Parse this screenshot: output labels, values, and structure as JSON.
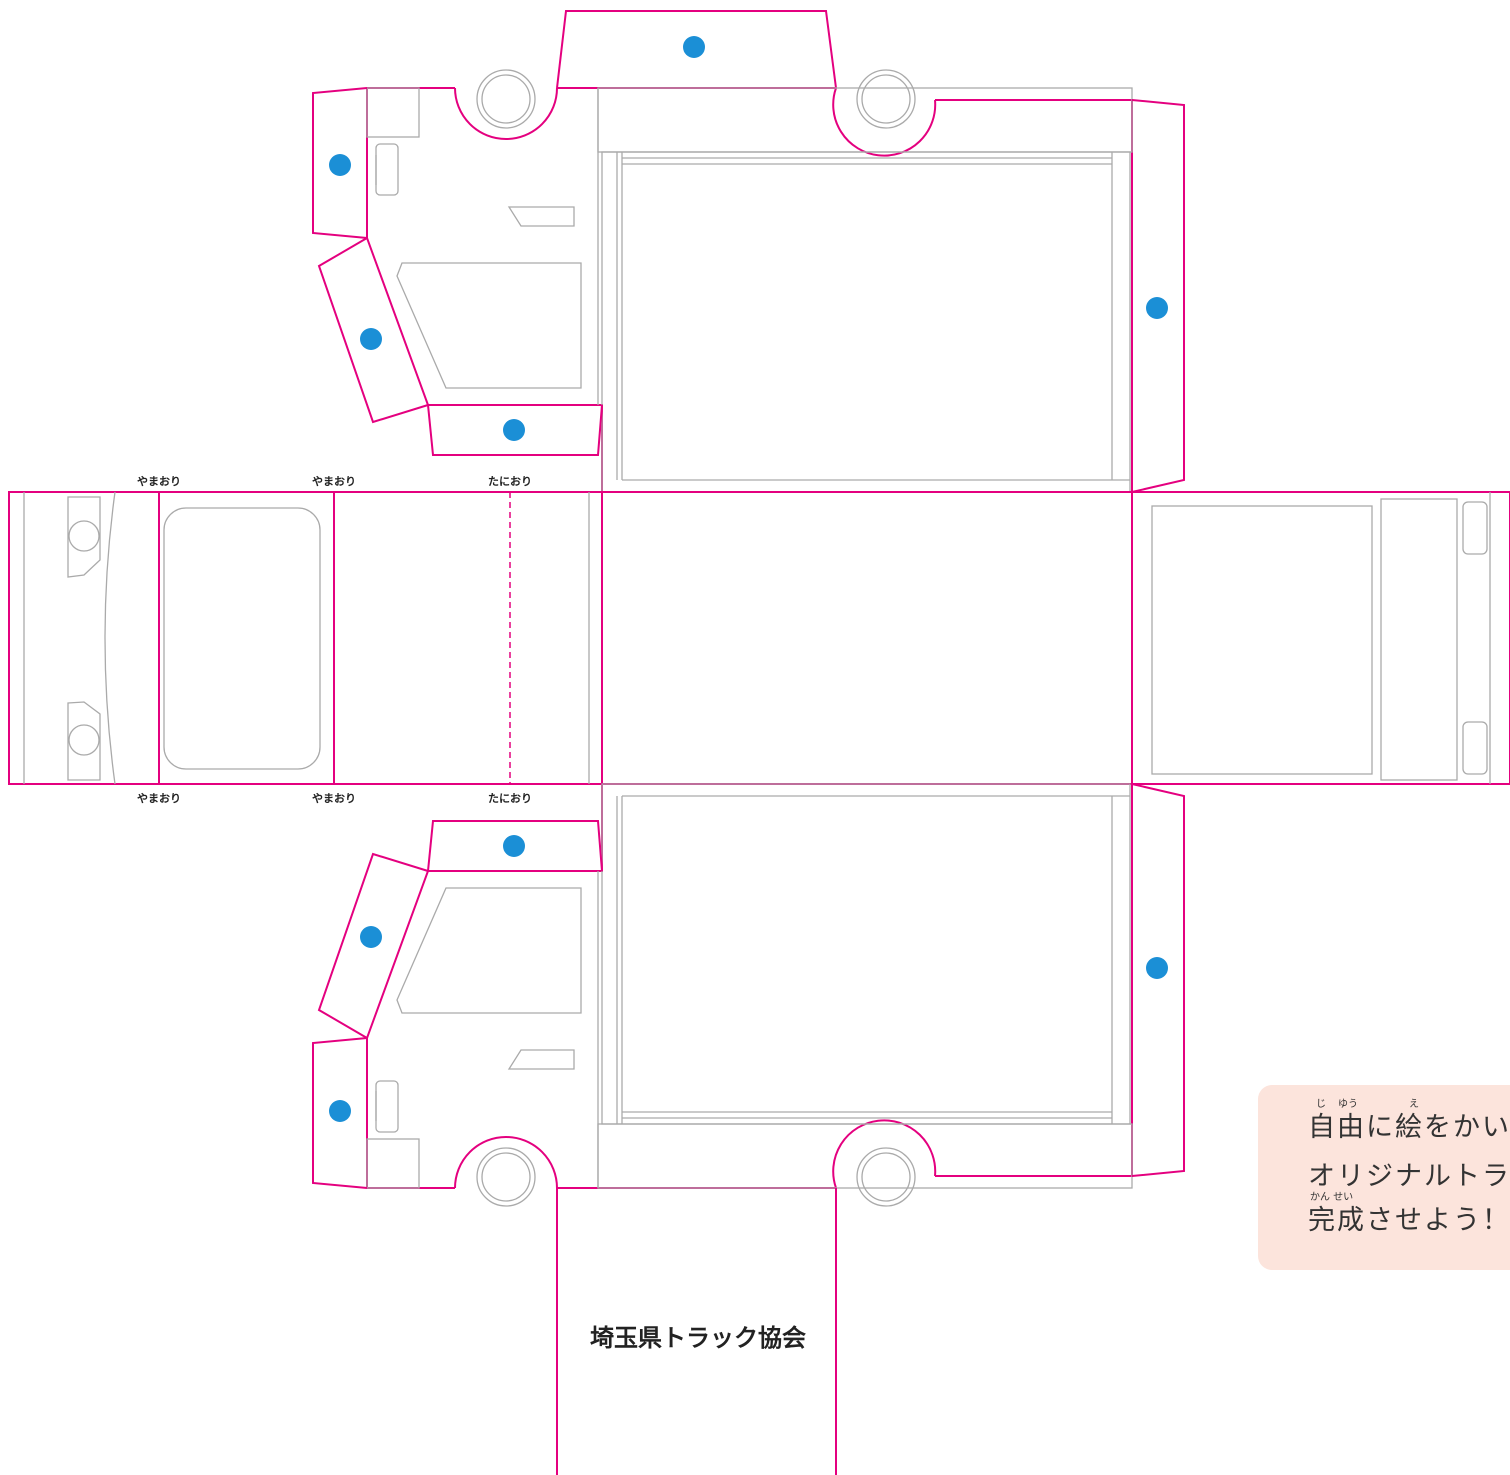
{
  "fold_labels": {
    "mountain": "やまおり",
    "valley": "たにおり"
  },
  "organization": "埼玉県トラック協会",
  "note": {
    "line1": "自由に絵をかい",
    "line1_ruby_ji": "じ",
    "line1_ruby_yuu": "ゆう",
    "line1_ruby_e": "え",
    "line2": "オリジナルトラ",
    "line3": "完成させよう！",
    "line3_ruby": "かん せい"
  },
  "colors": {
    "cut_line": "#e4007f",
    "glue_dot": "#1b8fd6",
    "note_background": "#fce4dc"
  }
}
